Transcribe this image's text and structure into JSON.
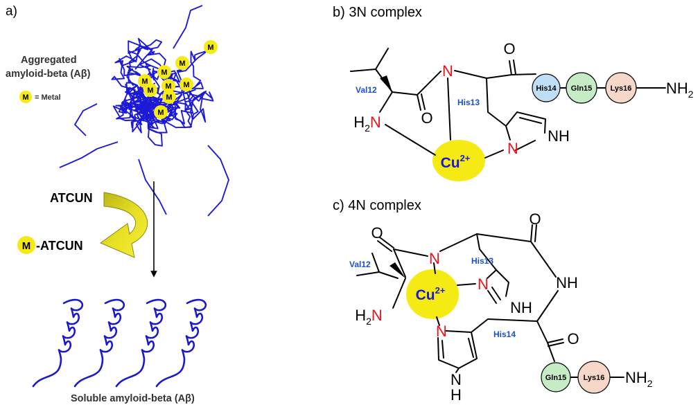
{
  "panels": {
    "a": {
      "label": "a)"
    },
    "b": {
      "label": "b) 3N complex"
    },
    "c": {
      "label": "c) 4N complex"
    }
  },
  "panel_a": {
    "aggregated_line1": "Aggregated",
    "aggregated_line2": "amyloid-beta (Aβ)",
    "metal_symbol": "M",
    "metal_legend": "= Metal",
    "reagent": "ATCUN",
    "product_symbol": "M",
    "product_label": "-ATCUN",
    "soluble_label": "Soluble amyloid-beta (Aβ)"
  },
  "chem": {
    "N": "N",
    "O": "O",
    "NH": "NH",
    "H": "H",
    "H2N_H": "H",
    "H2N_2": "2",
    "H2N_N": "N",
    "NH2_NH": "NH",
    "NH2_2": "2",
    "cu": "Cu",
    "cu_charge": "2+"
  },
  "residues_3n": {
    "val": "Val12",
    "his13": "His13",
    "his14": "His14",
    "gln15": "Gln15",
    "lys16": "Lys16"
  },
  "residues_4n": {
    "val": "Val12",
    "his13": "His13",
    "his14": "His14",
    "gln15": "Gln15",
    "lys16": "Lys16"
  },
  "colors": {
    "peptide_blue": "#1a1acc",
    "metal_yellow": "#f5ea14",
    "nitrogen_red": "#e8141a",
    "his_blue_fill": "#bfe0f4",
    "gln_green_fill": "#c6ecc6",
    "lys_peach_fill": "#f7d8c8",
    "arrow_yellow": "#c7c01a"
  }
}
